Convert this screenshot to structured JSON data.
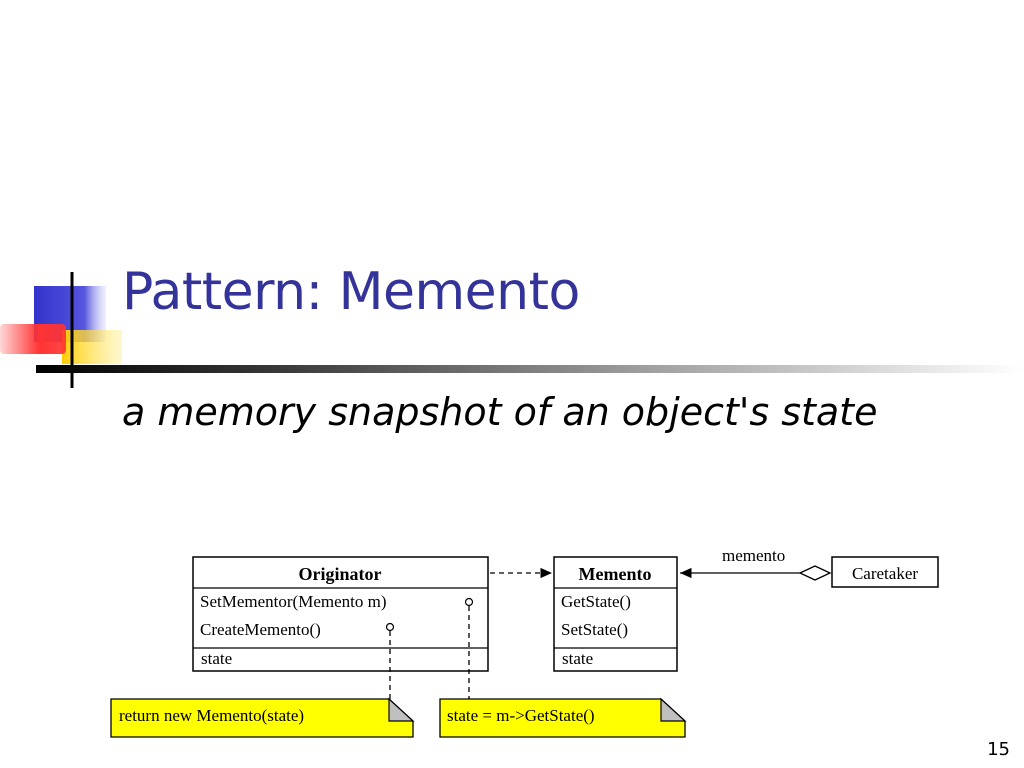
{
  "slide": {
    "title": "Pattern: Memento",
    "subtitle": "a memory snapshot of an object's state",
    "number": "15"
  },
  "colors": {
    "title": "#333399",
    "deco_blue": "#3333cc",
    "deco_red": "#ff3333",
    "deco_yellow": "#ffcc00",
    "note_fill": "#ffff00"
  },
  "diagram": {
    "originator": {
      "name": "Originator",
      "operations": [
        "SetMementor(Memento m)",
        "CreateMemento()"
      ],
      "attributes": [
        "state"
      ]
    },
    "memento": {
      "name": "Memento",
      "operations": [
        "GetState()",
        "SetState()"
      ],
      "attributes": [
        "state"
      ]
    },
    "caretaker": {
      "name": "Caretaker"
    },
    "association_label": "memento",
    "notes": [
      "return new Memento(state)",
      "state = m->GetState()"
    ]
  }
}
